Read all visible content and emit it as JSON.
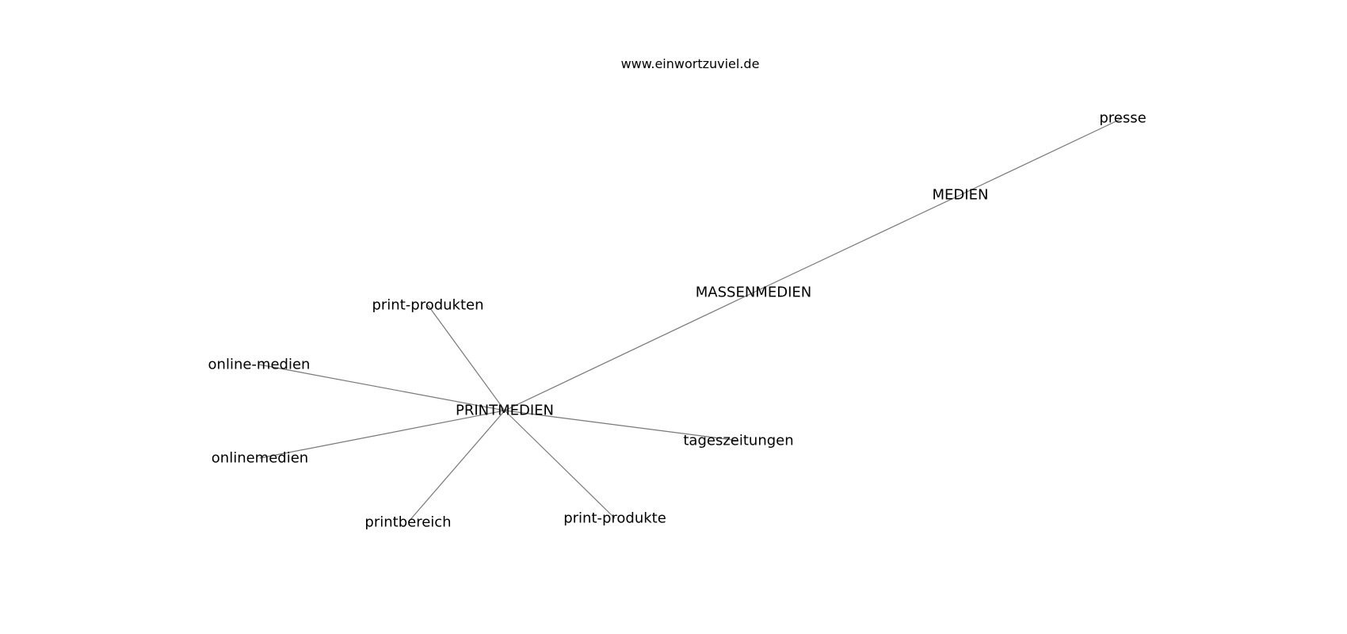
{
  "header": {
    "source": "www.einwortzuviel.de"
  },
  "graph": {
    "nodes": [
      {
        "id": "printmedien",
        "label": "PRINTMEDIEN"
      },
      {
        "id": "massenmedien",
        "label": "MASSENMEDIEN"
      },
      {
        "id": "medien",
        "label": "MEDIEN"
      },
      {
        "id": "presse",
        "label": "presse"
      },
      {
        "id": "print-produkten",
        "label": "print-produkten"
      },
      {
        "id": "online-medien",
        "label": "online-medien"
      },
      {
        "id": "onlinemedien",
        "label": "onlinemedien"
      },
      {
        "id": "printbereich",
        "label": "printbereich"
      },
      {
        "id": "print-produkte",
        "label": "print-produkte"
      },
      {
        "id": "tageszeitungen",
        "label": "tageszeitungen"
      }
    ],
    "edges": [
      {
        "source": "printmedien",
        "target": "massenmedien"
      },
      {
        "source": "massenmedien",
        "target": "medien"
      },
      {
        "source": "medien",
        "target": "presse"
      },
      {
        "source": "printmedien",
        "target": "print-produkten"
      },
      {
        "source": "printmedien",
        "target": "online-medien"
      },
      {
        "source": "printmedien",
        "target": "onlinemedien"
      },
      {
        "source": "printmedien",
        "target": "printbereich"
      },
      {
        "source": "printmedien",
        "target": "print-produkte"
      },
      {
        "source": "printmedien",
        "target": "tageszeitungen"
      }
    ]
  }
}
